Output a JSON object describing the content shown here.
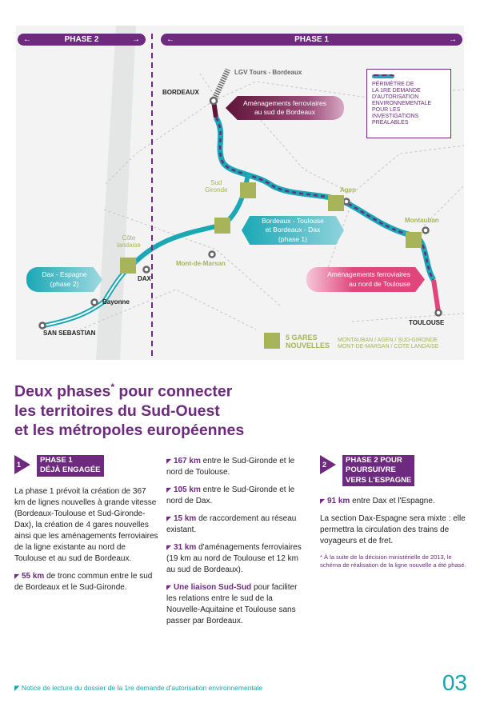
{
  "map": {
    "phase2": {
      "label": "PHASE 2",
      "left_arrow": "←",
      "right_arrow": "→"
    },
    "phase1": {
      "label": "PHASE 1",
      "left_arrow": "←",
      "right_arrow": "→"
    },
    "cities": {
      "bordeaux": "BORDEAUX",
      "agen": "Agen",
      "montauban": "Montauban",
      "toulouse": "TOULOUSE",
      "mont_de_marsan": "Mont-de-Marsan",
      "dax": "DAX",
      "bayonne": "Bayonne",
      "san_sebastian": "SAN SEBASTIAN",
      "sud_gironde": "Sud\nGironde",
      "cote_landaise": "Côte\nlandaise"
    },
    "lgv": "LGV Tours - Bordeaux",
    "callouts": {
      "sud_bordeaux": "Aménagements ferroviaires\nau sud de Bordeaux",
      "phase1": "Bordeaux - Toulouse\net Bordeaux - Dax\n(phase 1)",
      "dax_espagne": "Dax - Espagne\n(phase 2)",
      "nord_toulouse": "Aménagements ferroviaires\nau nord de Toulouse"
    },
    "legend": "PÉRIMÈTRE DE\nLA 1RE DEMANDE\nD'AUTORISATION\nENVIRONNEMENTALE\nPOUR LES\nINVESTIGATIONS\nPRÉALABLES",
    "gares": {
      "title": "5 GARES\nNOUVELLES",
      "list": "MONTAUBAN / AGEN / SUD-GIRONDE\nMONT-DE-MARSAN / CÔTE LANDAISE"
    },
    "colors": {
      "purple": "#6d2a7e",
      "teal": "#1aa8b5",
      "green": "#a8b45a",
      "pink": "#e0457b",
      "maroon": "#5e1538"
    }
  },
  "heading": {
    "line1": "Deux phases",
    "star": "*",
    "line1b": " pour connecter",
    "line2": "les territoires du Sud-Ouest",
    "line3": "et les métropoles européennes"
  },
  "col1": {
    "num": "1",
    "title": "PHASE 1\nDÉJÀ ENGAGÉE",
    "p1": "La phase 1 prévoit la création de 367 km de lignes nouvelles à grande vitesse (Bordeaux-Toulouse et Sud-Gironde-Dax), la création de 4 gares nouvelles ainsi que les aménagements ferroviaires de la ligne existante au nord de Toulouse et au sud de Bordeaux.",
    "b1_hl": "55 km",
    "b1": " de tronc commun entre le sud de Bordeaux et le Sud-Gironde."
  },
  "col2": [
    {
      "hl": "167 km",
      "text": " entre le Sud-Gironde et le nord de Toulouse."
    },
    {
      "hl": "105 km",
      "text": " entre le Sud-Gironde et le nord de Dax."
    },
    {
      "hl": "15 km",
      "text": " de raccordement au réseau existant."
    },
    {
      "hl": "31 km",
      "text": " d'aménagements ferroviaires (19 km au nord de Toulouse et 12 km au sud de Bordeaux)."
    },
    {
      "hl": "Une liaison Sud-Sud",
      "text": " pour faciliter les relations entre le sud de la Nouvelle-Aquitaine et Toulouse sans passer par Bordeaux."
    }
  ],
  "col3": {
    "num": "2",
    "title": "PHASE 2 POUR\nPOURSUIVRE\nVERS L'ESPAGNE",
    "b1_hl": "91 km",
    "b1": " entre Dax et l'Espagne.",
    "p1": "La section Dax-Espagne sera mixte : elle permettra la circulation des trains de voyageurs et de fret.",
    "note": "* À la suite de la décision ministérielle de 2013, le schéma de réalisation de la ligne nouvelle a été phasé."
  },
  "footer": "Notice de lecture du dossier de la 1re demande d'autorisation environnementale",
  "page_number": "03",
  "bullet": "◤"
}
